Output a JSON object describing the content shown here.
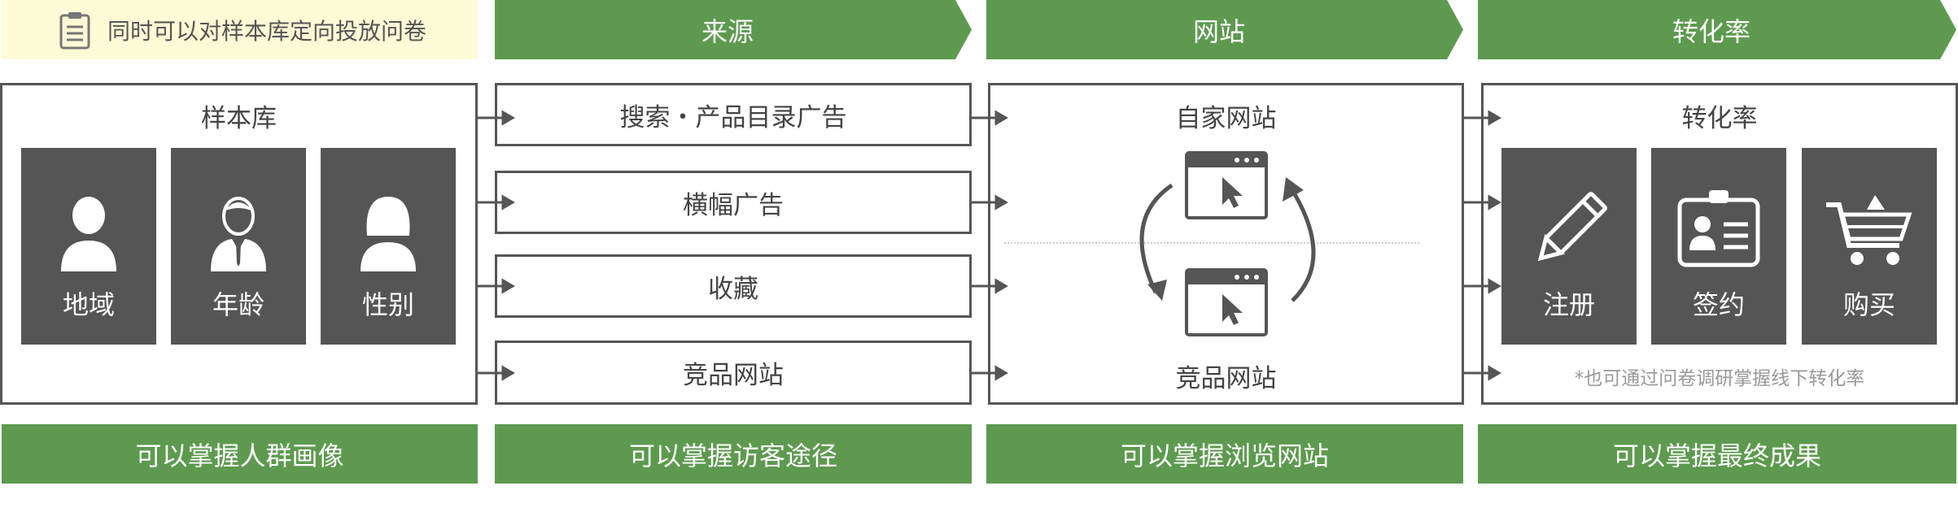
{
  "note": {
    "text": "同时可以对样本库定向投放问卷",
    "icon": "clipboard-icon"
  },
  "headers": [
    "来源",
    "网站",
    "转化率"
  ],
  "panel_sample": {
    "title": "样本库",
    "tiles": [
      {
        "label": "地域",
        "icon": "person-icon"
      },
      {
        "label": "年龄",
        "icon": "businessman-icon"
      },
      {
        "label": "性别",
        "icon": "woman-icon"
      }
    ]
  },
  "sources": [
    "搜索・产品目录广告",
    "横幅广告",
    "收藏",
    "竞品网站"
  ],
  "panel_site": {
    "title_top": "自家网站",
    "title_bottom": "竞品网站",
    "icons": [
      "browser-window-icon",
      "cycle-arrows-icon"
    ]
  },
  "panel_conversion": {
    "title": "转化率",
    "tiles": [
      {
        "label": "注册",
        "icon": "pencil-icon"
      },
      {
        "label": "签约",
        "icon": "id-card-icon"
      },
      {
        "label": "购买",
        "icon": "shopping-cart-icon"
      }
    ],
    "footnote": "*也可通过问卷调研掌握线下转化率"
  },
  "bottom_bars": [
    "可以掌握人群画像",
    "可以掌握访客途径",
    "可以掌握浏览网站",
    "可以掌握最终成果"
  ],
  "colors": {
    "green": "#5d9a4f",
    "dark_tile": "#555555",
    "note_bg": "#fdfbd6",
    "border": "#555555"
  }
}
